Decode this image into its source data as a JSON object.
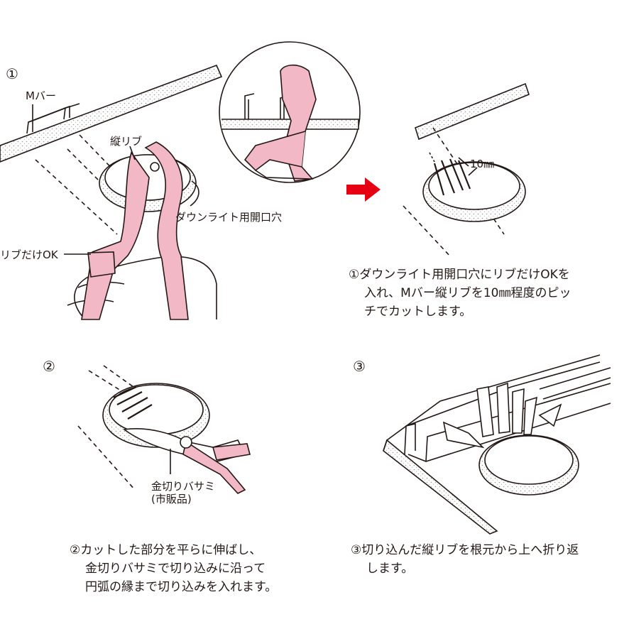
{
  "colors": {
    "tool_pink": "#f2b8c6",
    "arrow_red": "#e60012",
    "line": "#231815",
    "board_dots": "#bdbdbd"
  },
  "step1": {
    "number": "①",
    "label_mbar": "Mバー",
    "label_tate_rib": "縦リブ",
    "label_downlight_hole": "ダウンライト用開口穴",
    "label_rib_ok": "リブだけOK",
    "label_pitch": "10㎜",
    "caption": [
      "①ダウンライト用開口穴にリブだけOKを",
      "入れ、Mバー縦リブを10㎜程度のピッ",
      "チでカットします。"
    ]
  },
  "step2": {
    "number": "②",
    "label_snips": [
      "金切りバサミ",
      "(市販品)"
    ],
    "caption": [
      "②カットした部分を平らに伸ばし、",
      "金切りバサミで切り込みに沿って",
      "円弧の縁まで切り込みを入れます。"
    ]
  },
  "step3": {
    "number": "③",
    "caption": [
      "③切り込んだ縦リブを根元から上へ折り返",
      "します。"
    ]
  }
}
